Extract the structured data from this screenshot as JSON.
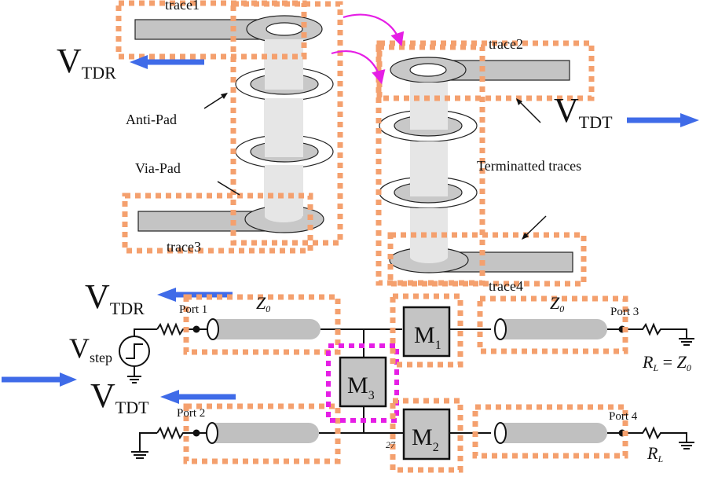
{
  "top": {
    "trace_labels": [
      "trace1",
      "trace2",
      "trace3",
      "trace4"
    ],
    "v_tdr": {
      "main": "V",
      "sub": "TDR"
    },
    "v_tdt": {
      "main": "V",
      "sub": "TDT"
    },
    "anti_pad": "Anti-Pad",
    "via_pad": "Via-Pad",
    "terminated": "Terminatted traces"
  },
  "circuit": {
    "v_tdr": {
      "main": "V",
      "sub": "TDR"
    },
    "v_tdt": {
      "main": "V",
      "sub": "TDT"
    },
    "v_step": {
      "main": "V",
      "sub": "step"
    },
    "ports": [
      "Port 1",
      "Port 2",
      "Port 3",
      "Port 4"
    ],
    "z0": {
      "main": "Z",
      "sub": "0"
    },
    "blocks": [
      {
        "main": "M",
        "sub": "1"
      },
      {
        "main": "M",
        "sub": "2"
      },
      {
        "main": "M",
        "sub": "3"
      }
    ],
    "rl_eq": {
      "r": "R",
      "sub": "L",
      "eq": " = ",
      "z": "Z",
      "zsub": "0"
    },
    "rl": {
      "r": "R",
      "sub": "L"
    },
    "node_label": "27"
  },
  "colors": {
    "highlight": "#f4a06e",
    "magenta": "#e51ee5",
    "arrow": "#3f6be8"
  }
}
